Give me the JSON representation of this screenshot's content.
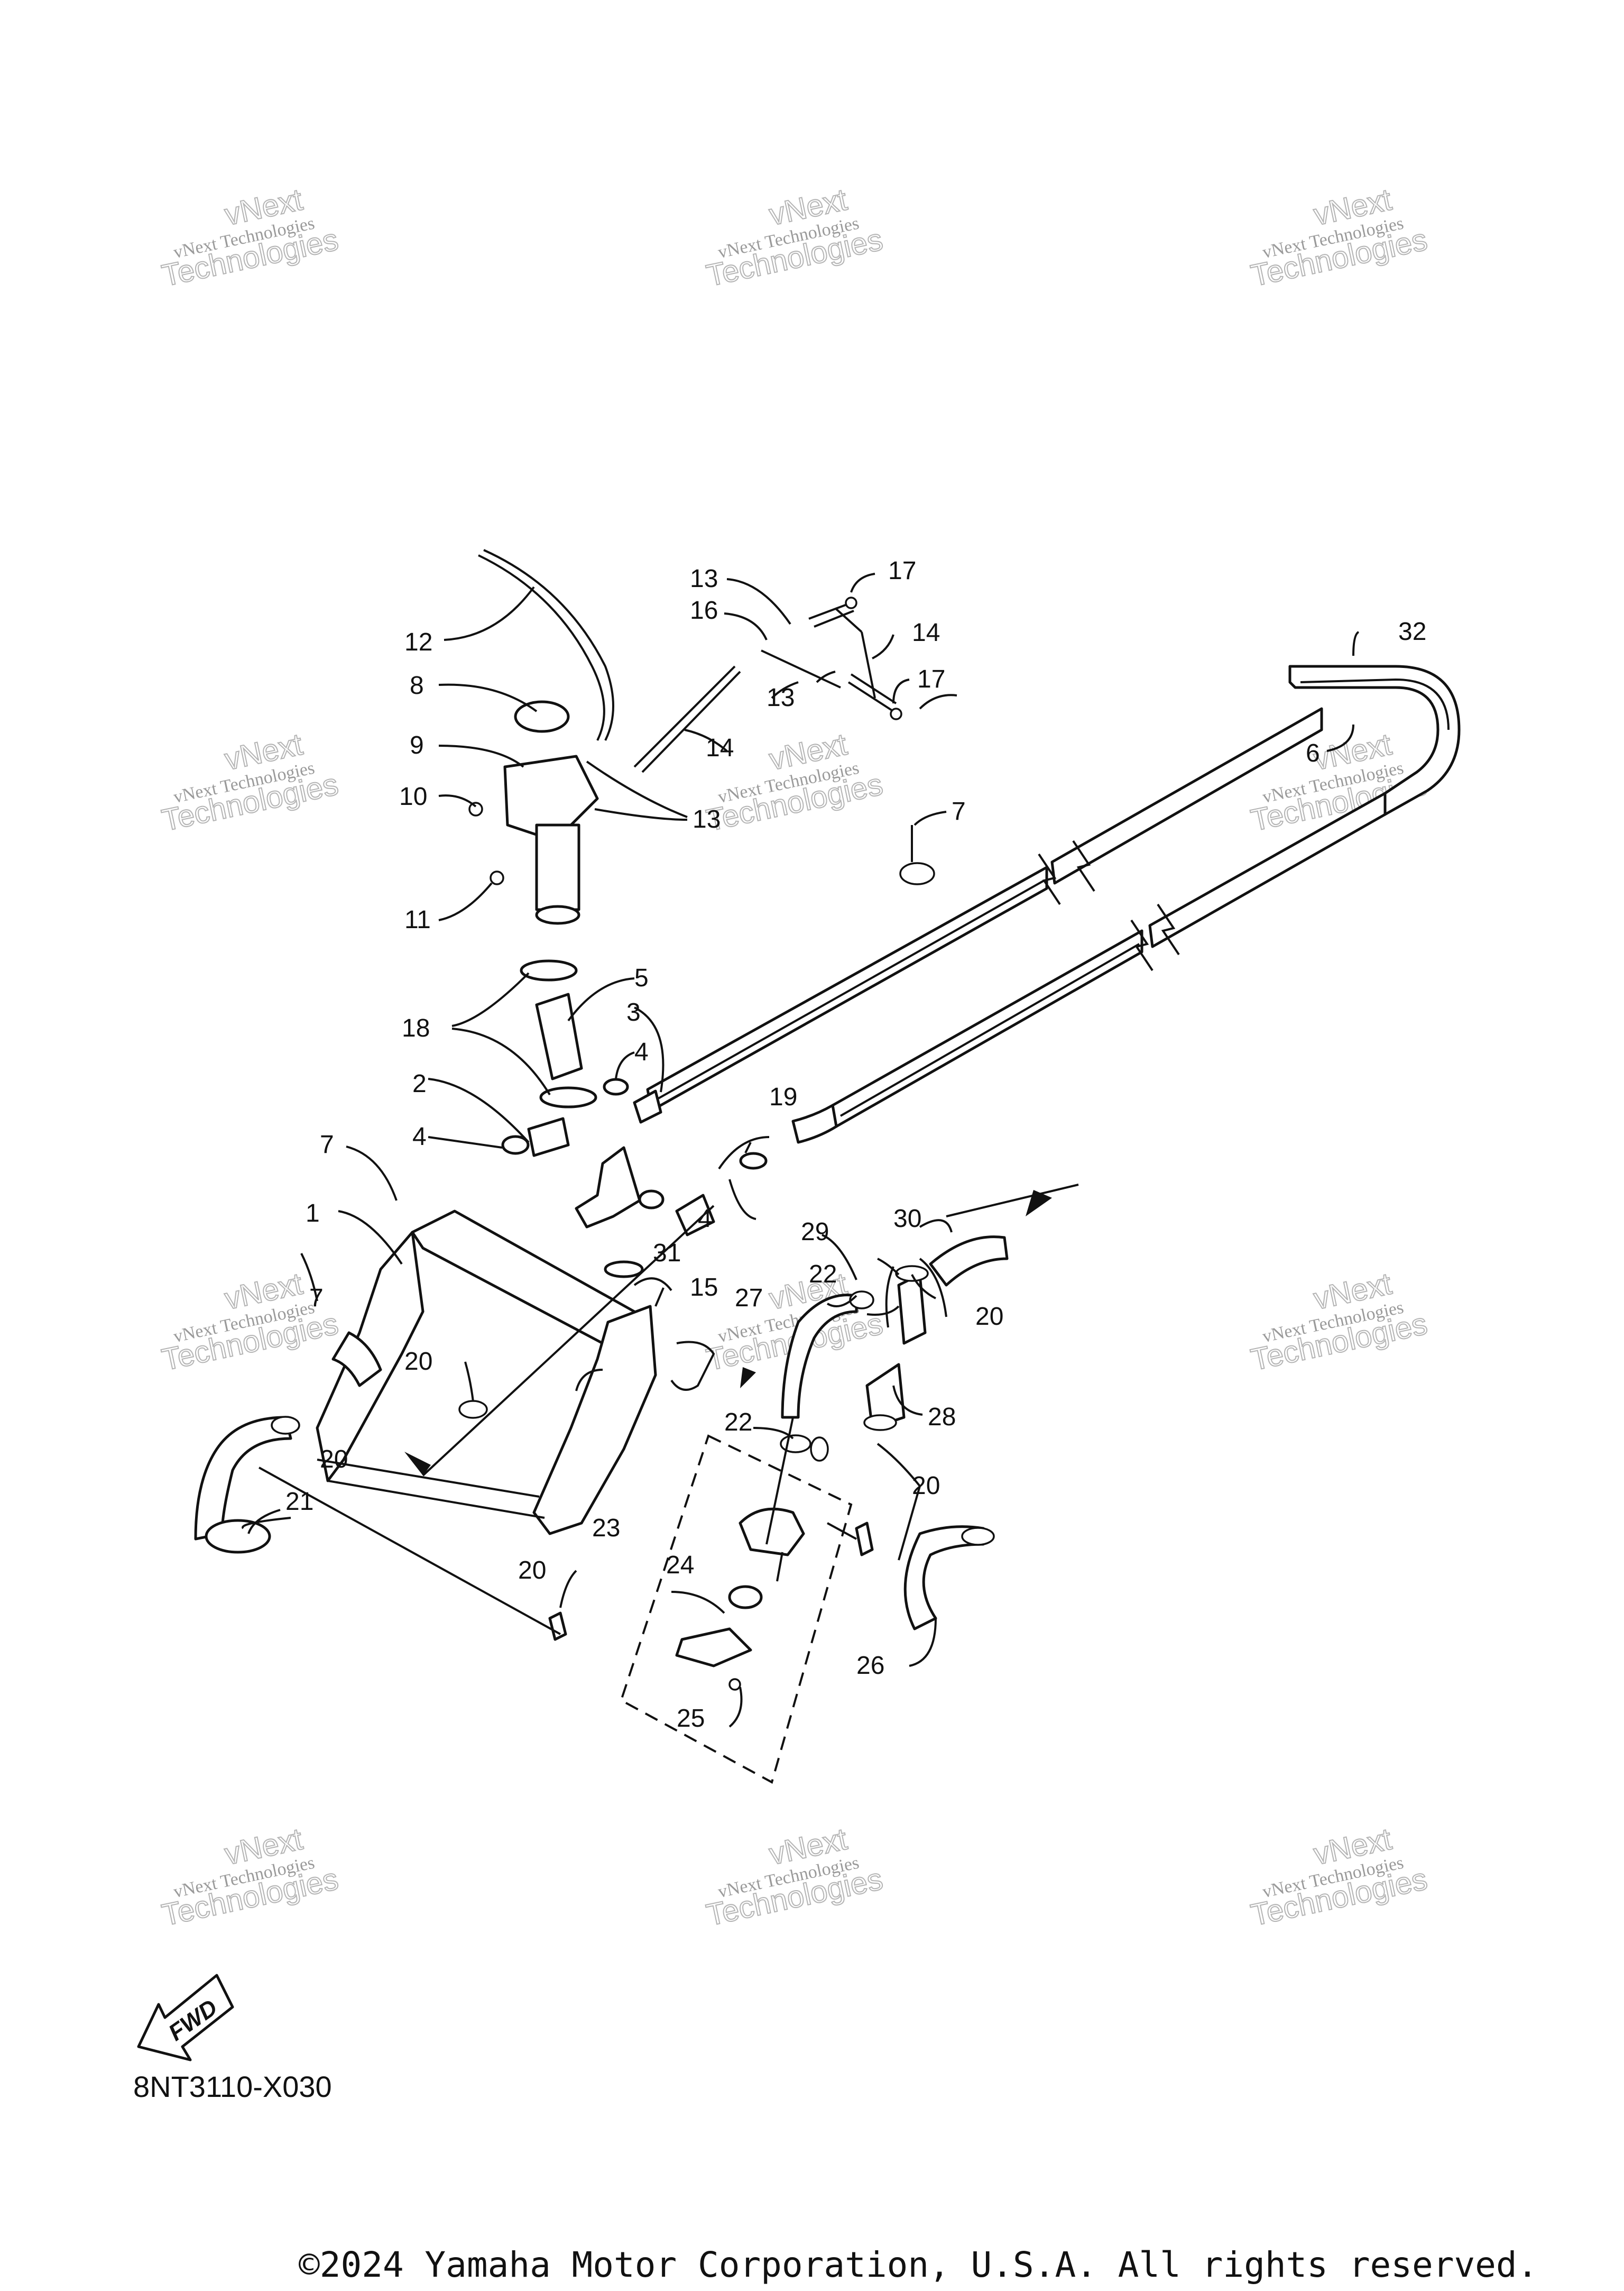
{
  "watermark": {
    "line1": "vNext Technologies",
    "line2": "vNext",
    "line3": "Technologies"
  },
  "callouts": [
    "1",
    "2",
    "3",
    "4",
    "5",
    "6",
    "7",
    "8",
    "9",
    "10",
    "11",
    "12",
    "13",
    "14",
    "15",
    "16",
    "17",
    "18",
    "19",
    "20",
    "21",
    "22",
    "23",
    "24",
    "25",
    "26",
    "27",
    "28",
    "29",
    "30",
    "31",
    "32"
  ],
  "fwd_label": "FWD",
  "diagram_code": "8NT3110-X030",
  "copyright": "©2024 Yamaha Motor Corporation, U.S.A. All rights reserved."
}
